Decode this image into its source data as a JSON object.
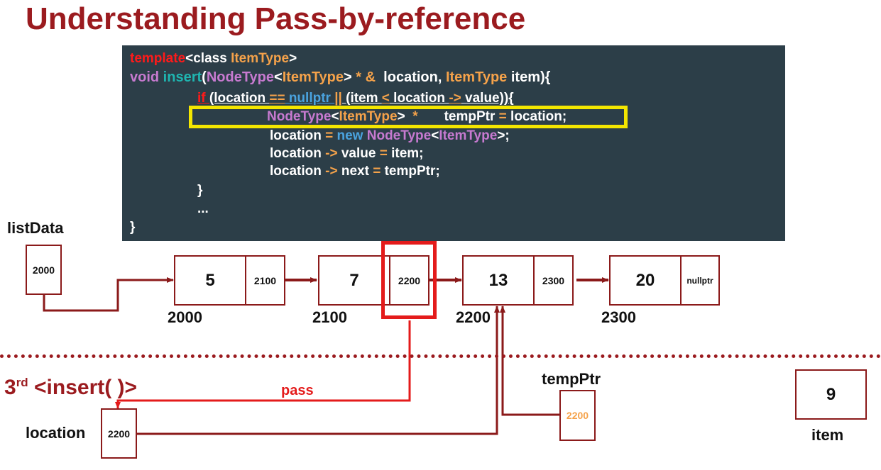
{
  "title": "Understanding Pass-by-reference",
  "code": {
    "line1": {
      "kw": "template",
      "rest_a": "<class ",
      "type": "ItemType",
      "rest_b": ">"
    },
    "line2": {
      "void": "void ",
      "fn": "insert",
      "open": "(",
      "nt": "NodeType",
      "lt": "<",
      "it": "ItemType",
      "gt": ">",
      "amp": " * & ",
      "loc": " location, ",
      "it2": "ItemType",
      "item": " item){"
    },
    "line3": {
      "if": "if ",
      "a": "(location ",
      "eq": "==",
      "np": " nullptr ",
      "or": "||",
      "b": " (item ",
      "lt": "<",
      "c": " location ",
      "arrow": "->",
      "d": " value)){"
    },
    "line4": {
      "nt": "NodeType",
      "lt": "<",
      "it": "ItemType",
      "gt": ">",
      "star": "  *",
      "tp": "       tempPtr ",
      "eq": "=",
      "loc": " location;"
    },
    "line5": {
      "a": "location ",
      "eq": "=",
      "new": " new ",
      "nt": "NodeType",
      "lt": "<",
      "it": "ItemType",
      "gt": ">;"
    },
    "line6": {
      "a": "location ",
      "arrow": "->",
      "b": " value ",
      "eq": "=",
      "c": " item;"
    },
    "line7": {
      "a": "location ",
      "arrow": "->",
      "b": " next ",
      "eq": "=",
      "c": " tempPtr;"
    },
    "line8": "}",
    "line9": "...",
    "line10": "}"
  },
  "list_label": "listData",
  "list_head_value": "2000",
  "nodes": [
    {
      "value": "5",
      "next": "2100",
      "address": "2000"
    },
    {
      "value": "7",
      "next": "2200",
      "address": "2100"
    },
    {
      "value": "13",
      "next": "2300",
      "address": "2200"
    },
    {
      "value": "20",
      "next": "nullptr",
      "address": "2300"
    }
  ],
  "call": {
    "ordinal": "3",
    "ordinal_suffix": "rd",
    "text": " <insert( )>"
  },
  "pass_label": "pass",
  "location": {
    "label": "location",
    "value": "2200"
  },
  "tempPtr": {
    "label": "tempPtr",
    "value": "2200"
  },
  "item": {
    "label": "item",
    "value": "9"
  },
  "colors": {
    "title": "#9b1b1f",
    "code_bg": "#2c3e48",
    "highlight": "#f4e600",
    "red": "#e41b1b",
    "tempPtr_value": "#f5a24a"
  }
}
